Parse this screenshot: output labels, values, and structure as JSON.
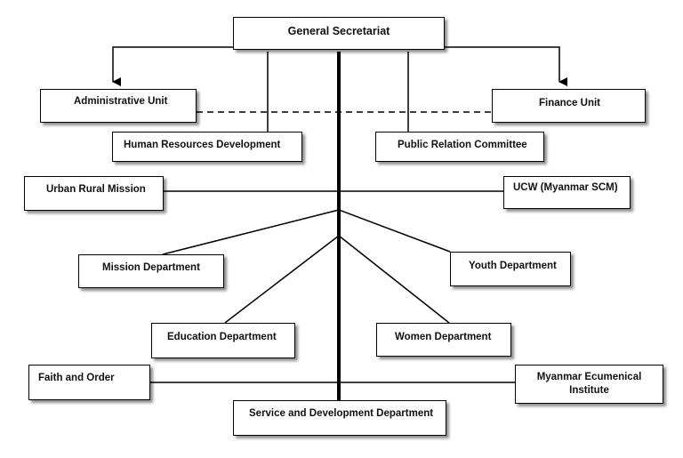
{
  "chart": {
    "general_secretariat": "General Secretariat",
    "administrative_unit": "Administrative Unit",
    "finance_unit": "Finance Unit",
    "human_resources": "Human Resources Development",
    "public_relation": "Public Relation Committee",
    "urban_rural": "Urban Rural Mission",
    "ucw": "UCW (Myanmar SCM)",
    "mission_dept": "Mission Department",
    "youth_dept": "Youth Department",
    "education_dept": "Education Department",
    "women_dept": "Women Department",
    "faith_order": "Faith and Order",
    "ecumenical_line1": "Myanmar Ecumenical",
    "ecumenical_line2": "Institute",
    "service_dept": "Service and Development Department"
  }
}
